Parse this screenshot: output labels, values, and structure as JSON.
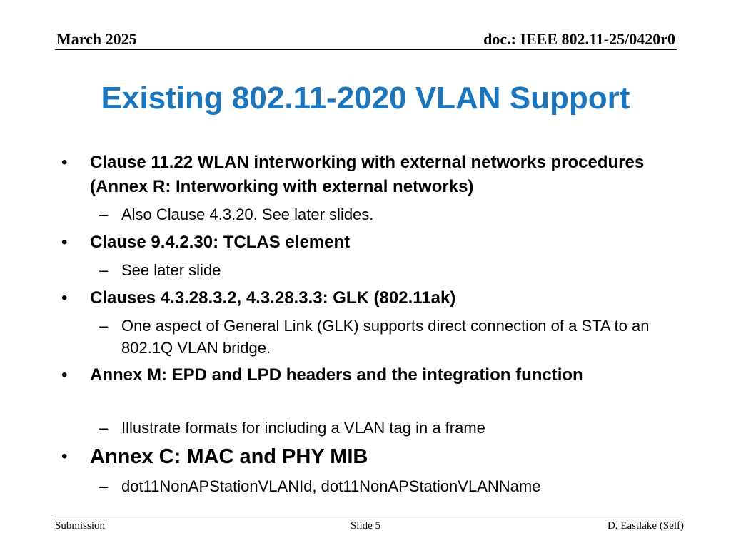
{
  "header": {
    "date": "March 2025",
    "doc_id": "doc.: IEEE 802.11-25/0420r0"
  },
  "slide": {
    "title": "Existing 802.11-2020 VLAN Support",
    "items": [
      {
        "text": "Clause 11.22 WLAN interworking with external networks procedures (Annex R: Interworking with external networks)",
        "sub": [
          "Also Clause 4.3.20. See later slides."
        ]
      },
      {
        "text": "Clause 9.4.2.30: TCLAS element",
        "sub": [
          "See later slide"
        ]
      },
      {
        "text": "Clauses 4.3.28.3.2, 4.3.28.3.3: GLK (802.11ak)",
        "sub": [
          "One aspect of General Link (GLK) supports direct connection of a STA to an 802.1Q VLAN bridge."
        ]
      },
      {
        "text": "Annex M: EPD and LPD headers and the integration function",
        "sub": [
          "Illustrate formats for including a VLAN tag in a frame"
        ]
      },
      {
        "text": "Annex C: MAC and PHY MIB",
        "sub": [
          "dot11NonAPStationVLANId, dot11NonAPStationVLANName"
        ]
      }
    ],
    "bullet_glyph": "•",
    "dash_glyph": "–"
  },
  "footer": {
    "left": "Submission",
    "center": "Slide 5",
    "right": "D. Eastlake (Self)"
  },
  "colors": {
    "title": "#1b75bc",
    "text": "#000000",
    "background": "#ffffff"
  }
}
